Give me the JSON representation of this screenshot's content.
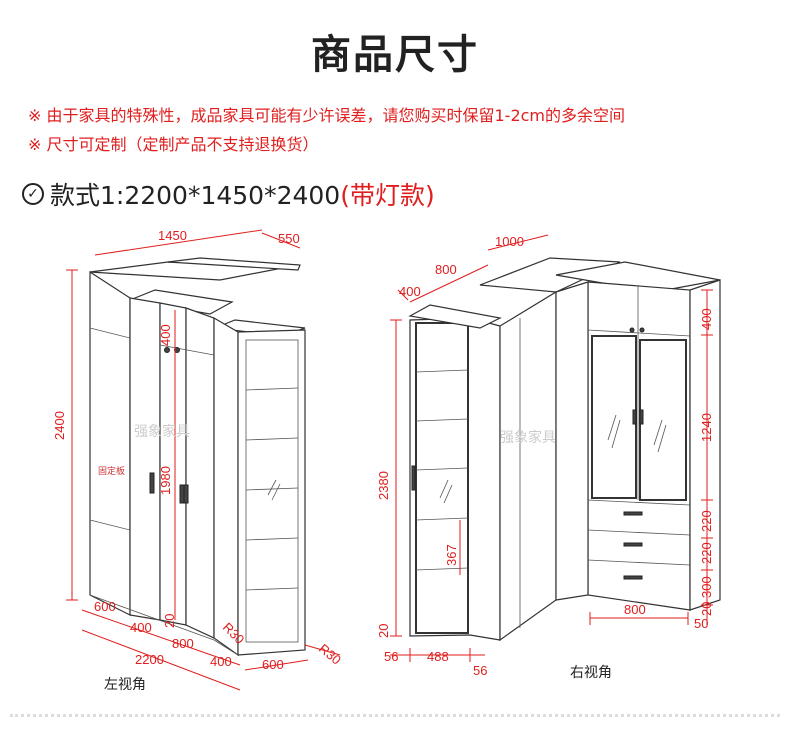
{
  "title": "商品尺寸",
  "notes": [
    "※ 由于家具的特殊性，成品家具可能有少许误差，请您购买时保留1-2cm的多余空间",
    "※ 尺寸可定制（定制产品不支持退换货）"
  ],
  "style": {
    "check_icon": "check-circle-icon",
    "label": "款式1:2200*1450*2400",
    "highlight": "(带灯款)"
  },
  "left_view": {
    "label": "左视角",
    "watermark": "强象家具",
    "fixed_panel": "固定板",
    "dims": {
      "top_width": "1450",
      "top_depth": "550",
      "height": "2400",
      "upper": "400",
      "door_height": "1980",
      "bottom_600": "600",
      "bottom_400a": "400",
      "bottom_2200": "2200",
      "bottom_800": "800",
      "bottom_400b": "400",
      "bottom_600r": "600",
      "r30a": "R30",
      "r30b": "R30",
      "plinth": "20"
    }
  },
  "right_view": {
    "label": "右视角",
    "watermark": "强象家具",
    "dims": {
      "top_1000": "1000",
      "top_800": "800",
      "top_400": "400",
      "upper": "400",
      "door_1240": "1240",
      "drawer1": "220",
      "drawer2": "220",
      "drawer3": "300",
      "plinth_r": "20",
      "height": "2380",
      "shelf_367": "367",
      "plinth_l": "20",
      "bottom_56a": "56",
      "bottom_488": "488",
      "bottom_56b": "56",
      "bottom_800": "800",
      "bottom_50": "50"
    }
  }
}
